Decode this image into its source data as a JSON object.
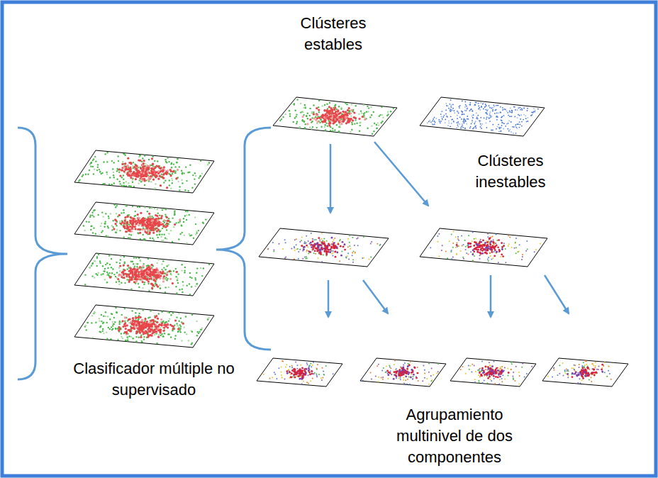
{
  "diagram": {
    "labels": [
      "Clústeres estables",
      "Clústeres inestables",
      "Clasificador múltiple no supervisado",
      "Agrupamiento multinivel de dos componentes"
    ]
  }
}
